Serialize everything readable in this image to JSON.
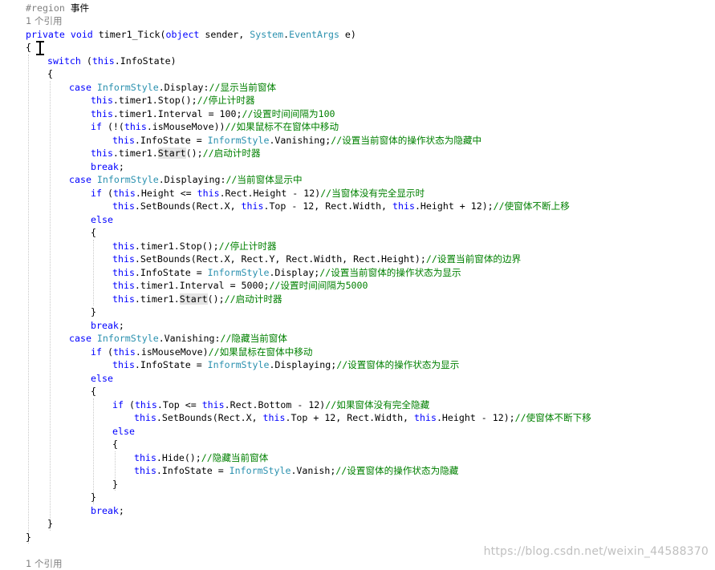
{
  "editor": {
    "lines": [
      {
        "indent": 0,
        "ref": false,
        "tokens": [
          {
            "c": "rg",
            "t": "#region "
          },
          {
            "c": "pl",
            "t": "事件"
          }
        ]
      },
      {
        "indent": 0,
        "ref": true,
        "tokens": [
          {
            "c": "ref",
            "t": "1 个引用"
          }
        ]
      },
      {
        "indent": 0,
        "ref": false,
        "tokens": [
          {
            "c": "kw",
            "t": "private"
          },
          {
            "c": "pl",
            "t": " "
          },
          {
            "c": "kw",
            "t": "void"
          },
          {
            "c": "pl",
            "t": " timer1_Tick("
          },
          {
            "c": "kw",
            "t": "object"
          },
          {
            "c": "pl",
            "t": " sender, "
          },
          {
            "c": "ty",
            "t": "System"
          },
          {
            "c": "pl",
            "t": "."
          },
          {
            "c": "ty",
            "t": "EventArgs"
          },
          {
            "c": "pl",
            "t": " e)"
          }
        ]
      },
      {
        "indent": 0,
        "ref": false,
        "tokens": [
          {
            "c": "pl",
            "t": "{"
          }
        ]
      },
      {
        "indent": 1,
        "ref": false,
        "tokens": [
          {
            "c": "kw",
            "t": "switch"
          },
          {
            "c": "pl",
            "t": " ("
          },
          {
            "c": "kw",
            "t": "this"
          },
          {
            "c": "pl",
            "t": ".InfoState)"
          }
        ]
      },
      {
        "indent": 1,
        "ref": false,
        "tokens": [
          {
            "c": "pl",
            "t": "{"
          }
        ]
      },
      {
        "indent": 2,
        "ref": false,
        "tokens": [
          {
            "c": "kw",
            "t": "case"
          },
          {
            "c": "pl",
            "t": " "
          },
          {
            "c": "ty",
            "t": "InformStyle"
          },
          {
            "c": "pl",
            "t": ".Display:"
          },
          {
            "c": "cm",
            "t": "//显示当前窗体"
          }
        ]
      },
      {
        "indent": 3,
        "ref": false,
        "tokens": [
          {
            "c": "kw",
            "t": "this"
          },
          {
            "c": "pl",
            "t": ".timer1.Stop();"
          },
          {
            "c": "cm",
            "t": "//停止计时器"
          }
        ]
      },
      {
        "indent": 3,
        "ref": false,
        "tokens": [
          {
            "c": "kw",
            "t": "this"
          },
          {
            "c": "pl",
            "t": ".timer1.Interval = 100;"
          },
          {
            "c": "cm",
            "t": "//设置时间间隔为100"
          }
        ]
      },
      {
        "indent": 3,
        "ref": false,
        "tokens": [
          {
            "c": "kw",
            "t": "if"
          },
          {
            "c": "pl",
            "t": " (!("
          },
          {
            "c": "kw",
            "t": "this"
          },
          {
            "c": "pl",
            "t": ".isMouseMove))"
          },
          {
            "c": "cm",
            "t": "//如果鼠标不在窗体中移动"
          }
        ]
      },
      {
        "indent": 4,
        "ref": false,
        "tokens": [
          {
            "c": "kw",
            "t": "this"
          },
          {
            "c": "pl",
            "t": ".InfoState = "
          },
          {
            "c": "ty",
            "t": "InformStyle"
          },
          {
            "c": "pl",
            "t": ".Vanishing;"
          },
          {
            "c": "cm",
            "t": "//设置当前窗体的操作状态为隐藏中"
          }
        ]
      },
      {
        "indent": 3,
        "ref": false,
        "tokens": [
          {
            "c": "kw",
            "t": "this"
          },
          {
            "c": "pl",
            "t": ".timer1."
          },
          {
            "c": "hl",
            "t": "Start"
          },
          {
            "c": "pl",
            "t": "();"
          },
          {
            "c": "cm",
            "t": "//启动计时器"
          }
        ]
      },
      {
        "indent": 3,
        "ref": false,
        "tokens": [
          {
            "c": "kw",
            "t": "break"
          },
          {
            "c": "pl",
            "t": ";"
          }
        ]
      },
      {
        "indent": 2,
        "ref": false,
        "tokens": [
          {
            "c": "kw",
            "t": "case"
          },
          {
            "c": "pl",
            "t": " "
          },
          {
            "c": "ty",
            "t": "InformStyle"
          },
          {
            "c": "pl",
            "t": ".Displaying:"
          },
          {
            "c": "cm",
            "t": "//当前窗体显示中"
          }
        ]
      },
      {
        "indent": 3,
        "ref": false,
        "tokens": [
          {
            "c": "kw",
            "t": "if"
          },
          {
            "c": "pl",
            "t": " ("
          },
          {
            "c": "kw",
            "t": "this"
          },
          {
            "c": "pl",
            "t": ".Height <= "
          },
          {
            "c": "kw",
            "t": "this"
          },
          {
            "c": "pl",
            "t": ".Rect.Height - 12)"
          },
          {
            "c": "cm",
            "t": "//当窗体没有完全显示时"
          }
        ]
      },
      {
        "indent": 4,
        "ref": false,
        "tokens": [
          {
            "c": "kw",
            "t": "this"
          },
          {
            "c": "pl",
            "t": ".SetBounds(Rect.X, "
          },
          {
            "c": "kw",
            "t": "this"
          },
          {
            "c": "pl",
            "t": ".Top - 12, Rect.Width, "
          },
          {
            "c": "kw",
            "t": "this"
          },
          {
            "c": "pl",
            "t": ".Height + 12);"
          },
          {
            "c": "cm",
            "t": "//使窗体不断上移"
          }
        ]
      },
      {
        "indent": 3,
        "ref": false,
        "tokens": [
          {
            "c": "kw",
            "t": "else"
          }
        ]
      },
      {
        "indent": 3,
        "ref": false,
        "tokens": [
          {
            "c": "pl",
            "t": "{"
          }
        ]
      },
      {
        "indent": 4,
        "ref": false,
        "tokens": [
          {
            "c": "kw",
            "t": "this"
          },
          {
            "c": "pl",
            "t": ".timer1.Stop();"
          },
          {
            "c": "cm",
            "t": "//停止计时器"
          }
        ]
      },
      {
        "indent": 4,
        "ref": false,
        "tokens": [
          {
            "c": "kw",
            "t": "this"
          },
          {
            "c": "pl",
            "t": ".SetBounds(Rect.X, Rect.Y, Rect.Width, Rect.Height);"
          },
          {
            "c": "cm",
            "t": "//设置当前窗体的边界"
          }
        ]
      },
      {
        "indent": 4,
        "ref": false,
        "tokens": [
          {
            "c": "kw",
            "t": "this"
          },
          {
            "c": "pl",
            "t": ".InfoState = "
          },
          {
            "c": "ty",
            "t": "InformStyle"
          },
          {
            "c": "pl",
            "t": ".Display;"
          },
          {
            "c": "cm",
            "t": "//设置当前窗体的操作状态为显示"
          }
        ]
      },
      {
        "indent": 4,
        "ref": false,
        "tokens": [
          {
            "c": "kw",
            "t": "this"
          },
          {
            "c": "pl",
            "t": ".timer1.Interval = 5000;"
          },
          {
            "c": "cm",
            "t": "//设置时间间隔为5000"
          }
        ]
      },
      {
        "indent": 4,
        "ref": false,
        "tokens": [
          {
            "c": "kw",
            "t": "this"
          },
          {
            "c": "pl",
            "t": ".timer1."
          },
          {
            "c": "hl",
            "t": "Start"
          },
          {
            "c": "pl",
            "t": "();"
          },
          {
            "c": "cm",
            "t": "//启动计时器"
          }
        ]
      },
      {
        "indent": 3,
        "ref": false,
        "tokens": [
          {
            "c": "pl",
            "t": "}"
          }
        ]
      },
      {
        "indent": 3,
        "ref": false,
        "tokens": [
          {
            "c": "kw",
            "t": "break"
          },
          {
            "c": "pl",
            "t": ";"
          }
        ]
      },
      {
        "indent": 2,
        "ref": false,
        "tokens": [
          {
            "c": "kw",
            "t": "case"
          },
          {
            "c": "pl",
            "t": " "
          },
          {
            "c": "ty",
            "t": "InformStyle"
          },
          {
            "c": "pl",
            "t": ".Vanishing:"
          },
          {
            "c": "cm",
            "t": "//隐藏当前窗体"
          }
        ]
      },
      {
        "indent": 3,
        "ref": false,
        "tokens": [
          {
            "c": "kw",
            "t": "if"
          },
          {
            "c": "pl",
            "t": " ("
          },
          {
            "c": "kw",
            "t": "this"
          },
          {
            "c": "pl",
            "t": ".isMouseMove)"
          },
          {
            "c": "cm",
            "t": "//如果鼠标在窗体中移动"
          }
        ]
      },
      {
        "indent": 4,
        "ref": false,
        "tokens": [
          {
            "c": "kw",
            "t": "this"
          },
          {
            "c": "pl",
            "t": ".InfoState = "
          },
          {
            "c": "ty",
            "t": "InformStyle"
          },
          {
            "c": "pl",
            "t": ".Displaying;"
          },
          {
            "c": "cm",
            "t": "//设置窗体的操作状态为显示"
          }
        ]
      },
      {
        "indent": 3,
        "ref": false,
        "tokens": [
          {
            "c": "kw",
            "t": "else"
          }
        ]
      },
      {
        "indent": 3,
        "ref": false,
        "tokens": [
          {
            "c": "pl",
            "t": "{"
          }
        ]
      },
      {
        "indent": 4,
        "ref": false,
        "tokens": [
          {
            "c": "kw",
            "t": "if"
          },
          {
            "c": "pl",
            "t": " ("
          },
          {
            "c": "kw",
            "t": "this"
          },
          {
            "c": "pl",
            "t": ".Top <= "
          },
          {
            "c": "kw",
            "t": "this"
          },
          {
            "c": "pl",
            "t": ".Rect.Bottom - 12)"
          },
          {
            "c": "cm",
            "t": "//如果窗体没有完全隐藏"
          }
        ]
      },
      {
        "indent": 5,
        "ref": false,
        "tokens": [
          {
            "c": "kw",
            "t": "this"
          },
          {
            "c": "pl",
            "t": ".SetBounds(Rect.X, "
          },
          {
            "c": "kw",
            "t": "this"
          },
          {
            "c": "pl",
            "t": ".Top + 12, Rect.Width, "
          },
          {
            "c": "kw",
            "t": "this"
          },
          {
            "c": "pl",
            "t": ".Height - 12);"
          },
          {
            "c": "cm",
            "t": "//使窗体不断下移"
          }
        ]
      },
      {
        "indent": 4,
        "ref": false,
        "tokens": [
          {
            "c": "kw",
            "t": "else"
          }
        ]
      },
      {
        "indent": 4,
        "ref": false,
        "tokens": [
          {
            "c": "pl",
            "t": "{"
          }
        ]
      },
      {
        "indent": 5,
        "ref": false,
        "tokens": [
          {
            "c": "kw",
            "t": "this"
          },
          {
            "c": "pl",
            "t": ".Hide();"
          },
          {
            "c": "cm",
            "t": "//隐藏当前窗体"
          }
        ]
      },
      {
        "indent": 5,
        "ref": false,
        "tokens": [
          {
            "c": "kw",
            "t": "this"
          },
          {
            "c": "pl",
            "t": ".InfoState = "
          },
          {
            "c": "ty",
            "t": "InformStyle"
          },
          {
            "c": "pl",
            "t": ".Vanish;"
          },
          {
            "c": "cm",
            "t": "//设置窗体的操作状态为隐藏"
          }
        ]
      },
      {
        "indent": 4,
        "ref": false,
        "tokens": [
          {
            "c": "pl",
            "t": "}"
          }
        ]
      },
      {
        "indent": 3,
        "ref": false,
        "tokens": [
          {
            "c": "pl",
            "t": "}"
          }
        ]
      },
      {
        "indent": 3,
        "ref": false,
        "tokens": [
          {
            "c": "kw",
            "t": "break"
          },
          {
            "c": "pl",
            "t": ";"
          }
        ]
      },
      {
        "indent": 1,
        "ref": false,
        "tokens": [
          {
            "c": "pl",
            "t": "}"
          }
        ]
      },
      {
        "indent": 0,
        "ref": false,
        "tokens": [
          {
            "c": "pl",
            "t": "}"
          }
        ]
      },
      {
        "indent": 0,
        "ref": false,
        "tokens": []
      },
      {
        "indent": 0,
        "ref": true,
        "tokens": [
          {
            "c": "ref",
            "t": "1 个引用"
          }
        ]
      }
    ]
  },
  "watermark": {
    "text": "https://blog.csdn.net/weixin_44588370"
  },
  "colors": {
    "keyword": "#0000ff",
    "type": "#2b91af",
    "comment": "#008000",
    "region": "#808080",
    "reference": "#808080",
    "text": "#000000",
    "background": "#ffffff"
  },
  "icons": {
    "cursor": "text-ibeam-cursor-icon"
  }
}
